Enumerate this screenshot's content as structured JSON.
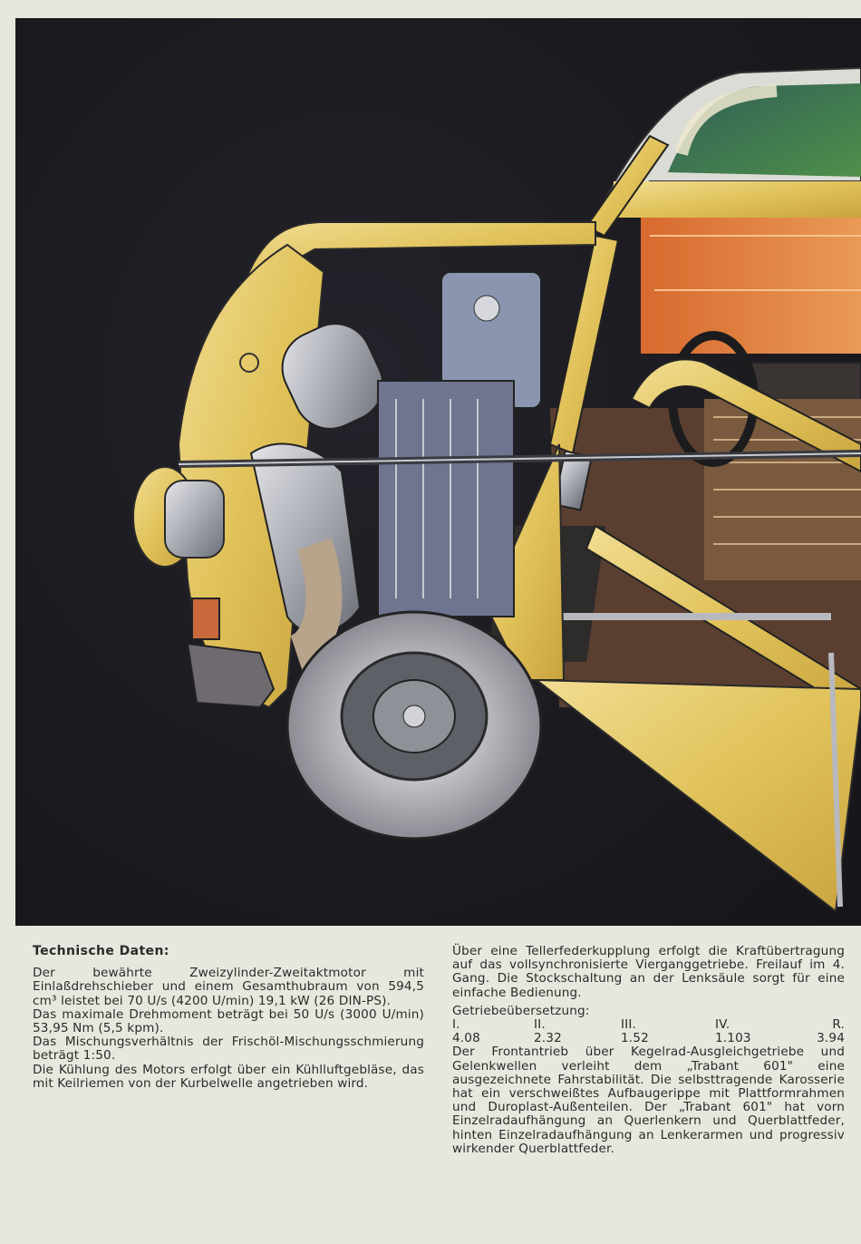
{
  "illustration": {
    "subject": "Cutaway illustration of Trabant 601 front section: engine compartment, front wheel, opened door and interior",
    "colors": {
      "background": "#1b1a1f",
      "body_yellow": "#e1c25a",
      "body_highlight": "#f1dd93",
      "interior_orange": "#e0793a",
      "window_green": "#3f7a52",
      "metal_grey": "#a9abb3",
      "seat_brown": "#7a5a3e",
      "floor_brown": "#5a3f30",
      "page_paper": "#e8e7df"
    }
  },
  "left_column": {
    "heading": "Technische Daten:",
    "paragraphs": [
      "Der bewährte Zweizylinder-Zweitaktmotor mit Einlaßdrehschieber und einem Gesamthubraum von 594,5 cm³ leistet bei 70 U/s (4200 U/min) 19,1 kW (26 DIN-PS).",
      "Das maximale Drehmoment beträgt bei 50 U/s (3000 U/min) 53,95 Nm (5,5 kpm).",
      "Das Mischungsverhältnis der Frischöl-Mischungsschmierung beträgt 1:50.",
      "Die Kühlung des Motors erfolgt über ein Kühlluftgebläse, das mit Keilriemen von der Kurbelwelle angetrieben wird."
    ]
  },
  "right_column": {
    "intro": "Über eine Tellerfederkupplung erfolgt die Kraftübertragung auf das vollsynchronisierte Vierganggetriebe. Freilauf im 4. Gang. Die Stockschaltung an der Lenksäule sorgt für eine einfache Bedienung.",
    "gear_ratio_label": "Getriebeübersetzung:",
    "gears": [
      {
        "gear": "I.",
        "ratio": "4.08"
      },
      {
        "gear": "II.",
        "ratio": "2.32"
      },
      {
        "gear": "III.",
        "ratio": "1.52"
      },
      {
        "gear": "IV.",
        "ratio": "1.103"
      },
      {
        "gear": "R.",
        "ratio": "3.94"
      }
    ],
    "closing": "Der Frontantrieb über Kegelrad-Ausgleichgetriebe und Gelenkwellen verleiht dem „Trabant 601\" eine ausgezeichnete Fahrstabilität. Die selbsttragende Karosserie hat ein verschweißtes Aufbaugerippe mit Plattformrahmen und Duroplast-Außenteilen. Der „Trabant 601\" hat vorn Einzelradaufhängung an Querlenkern und Querblattfeder, hinten Einzelradaufhängung an Lenkerarmen und progressiv wirkender Querblattfeder."
  }
}
